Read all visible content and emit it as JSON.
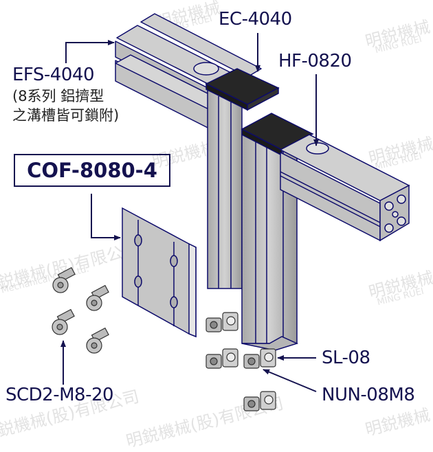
{
  "labels": {
    "efs": "EFS-4040",
    "efs_note_line1": "(8系列 鋁擠型",
    "efs_note_line2": "之溝槽皆可鎖附)",
    "ec": "EC-4040",
    "hf": "HF-0820",
    "cof": "COF-8080-4",
    "scd": "SCD2-M8-20",
    "sl": "SL-08",
    "nun": "NUN-08M8"
  },
  "watermark": {
    "cn": "明鋭機械(股)有限公司",
    "cn_short": "明鋭機械",
    "en": "MING RUEI",
    "en_full": "Mechanical Co., Ltd."
  },
  "colors": {
    "label": "#14124f",
    "outline": "#0d0b6b",
    "aluminum": "#c8c8c8",
    "aluminum_dark": "#9a9a9a",
    "end_cap": "#262626"
  }
}
